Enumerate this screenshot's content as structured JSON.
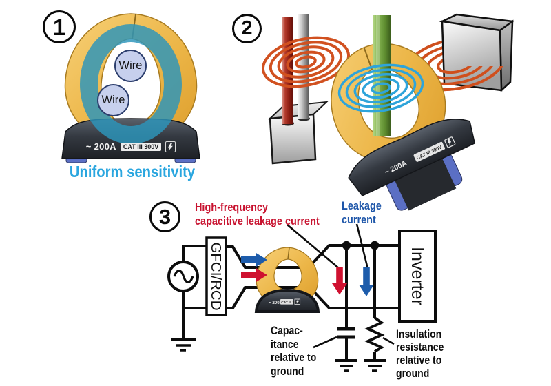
{
  "panel1": {
    "number": "1",
    "wire_labels": [
      "Wire",
      "Wire"
    ],
    "caption": "Uniform sensitivity"
  },
  "panel2": {
    "number": "2"
  },
  "panel3": {
    "number": "3",
    "high_frequency_label": "High-frequency\ncapacitive leakage current",
    "leakage_label": "Leakage\ncurrent",
    "gfci_box": "GFCI/RCD",
    "inverter_box": "Inverter",
    "capacitance_label": "Capac-\nitance\nrelative to\nground",
    "insulation_label": "Insulation\nresistance\nrelative to\nground"
  },
  "meter": {
    "range": "~ 200A",
    "category": "CAT III 300V",
    "bolt_icon": "lightning-bolt"
  },
  "colors": {
    "caption_cyan": "#2aa6df",
    "label_red": "#c8122f",
    "label_blue": "#1e56a9",
    "arrow_red": "#cf1130",
    "arrow_blue": "#1d5cab",
    "coil_orange": "#d15120",
    "coil_blue": "#2ea4da",
    "clamp_yellow": "#eab33f",
    "sensing_teal": "#2c95ba",
    "wire_green": "#6b9d3d",
    "wire_red": "#8e1f14",
    "handle_blue": "#5b6fc4"
  }
}
